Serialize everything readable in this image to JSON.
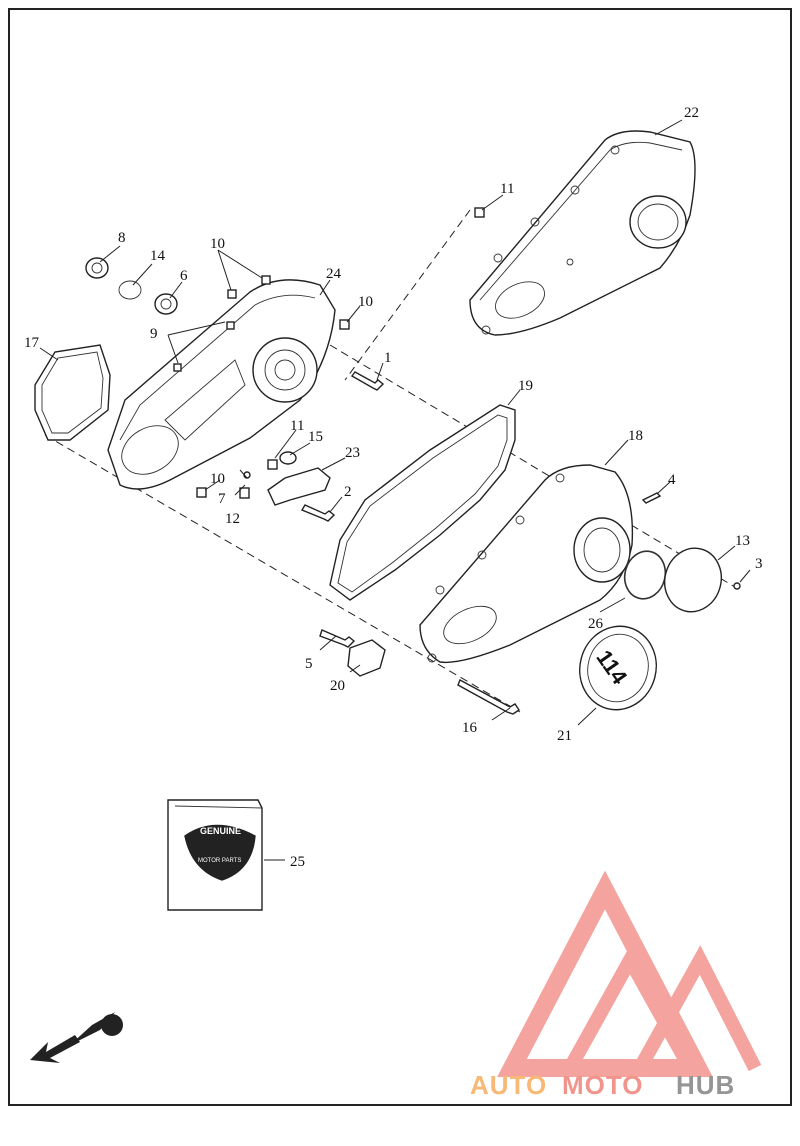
{
  "diagram": {
    "callouts": [
      {
        "id": "c1",
        "text": "1"
      },
      {
        "id": "c2",
        "text": "2"
      },
      {
        "id": "c3",
        "text": "3"
      },
      {
        "id": "c4",
        "text": "4"
      },
      {
        "id": "c5",
        "text": "5"
      },
      {
        "id": "c6",
        "text": "6"
      },
      {
        "id": "c7",
        "text": "7"
      },
      {
        "id": "c8",
        "text": "8"
      },
      {
        "id": "c9",
        "text": "9"
      },
      {
        "id": "c10a",
        "text": "10"
      },
      {
        "id": "c10b",
        "text": "10"
      },
      {
        "id": "c10c",
        "text": "10"
      },
      {
        "id": "c11a",
        "text": "11"
      },
      {
        "id": "c11b",
        "text": "11"
      },
      {
        "id": "c12",
        "text": "12"
      },
      {
        "id": "c13",
        "text": "13"
      },
      {
        "id": "c14",
        "text": "14"
      },
      {
        "id": "c15",
        "text": "15"
      },
      {
        "id": "c16",
        "text": "16"
      },
      {
        "id": "c17",
        "text": "17"
      },
      {
        "id": "c18",
        "text": "18"
      },
      {
        "id": "c19",
        "text": "19"
      },
      {
        "id": "c20",
        "text": "20"
      },
      {
        "id": "c21",
        "text": "21"
      },
      {
        "id": "c22",
        "text": "22"
      },
      {
        "id": "c23",
        "text": "23"
      },
      {
        "id": "c24",
        "text": "24"
      },
      {
        "id": "c25",
        "text": "25"
      },
      {
        "id": "c26",
        "text": "26"
      }
    ],
    "derby_cover_text": "114",
    "package_label": {
      "line1": "GENUINE",
      "line2": "MOTOR PARTS"
    }
  },
  "watermark": {
    "part1": "AUTO",
    "part2": "MOTO",
    "part3": "HUB",
    "colors": {
      "auto": "#f7b267",
      "moto": "#f08a80",
      "hub": "#8a8a8a",
      "triangle": "#f39a94"
    }
  }
}
